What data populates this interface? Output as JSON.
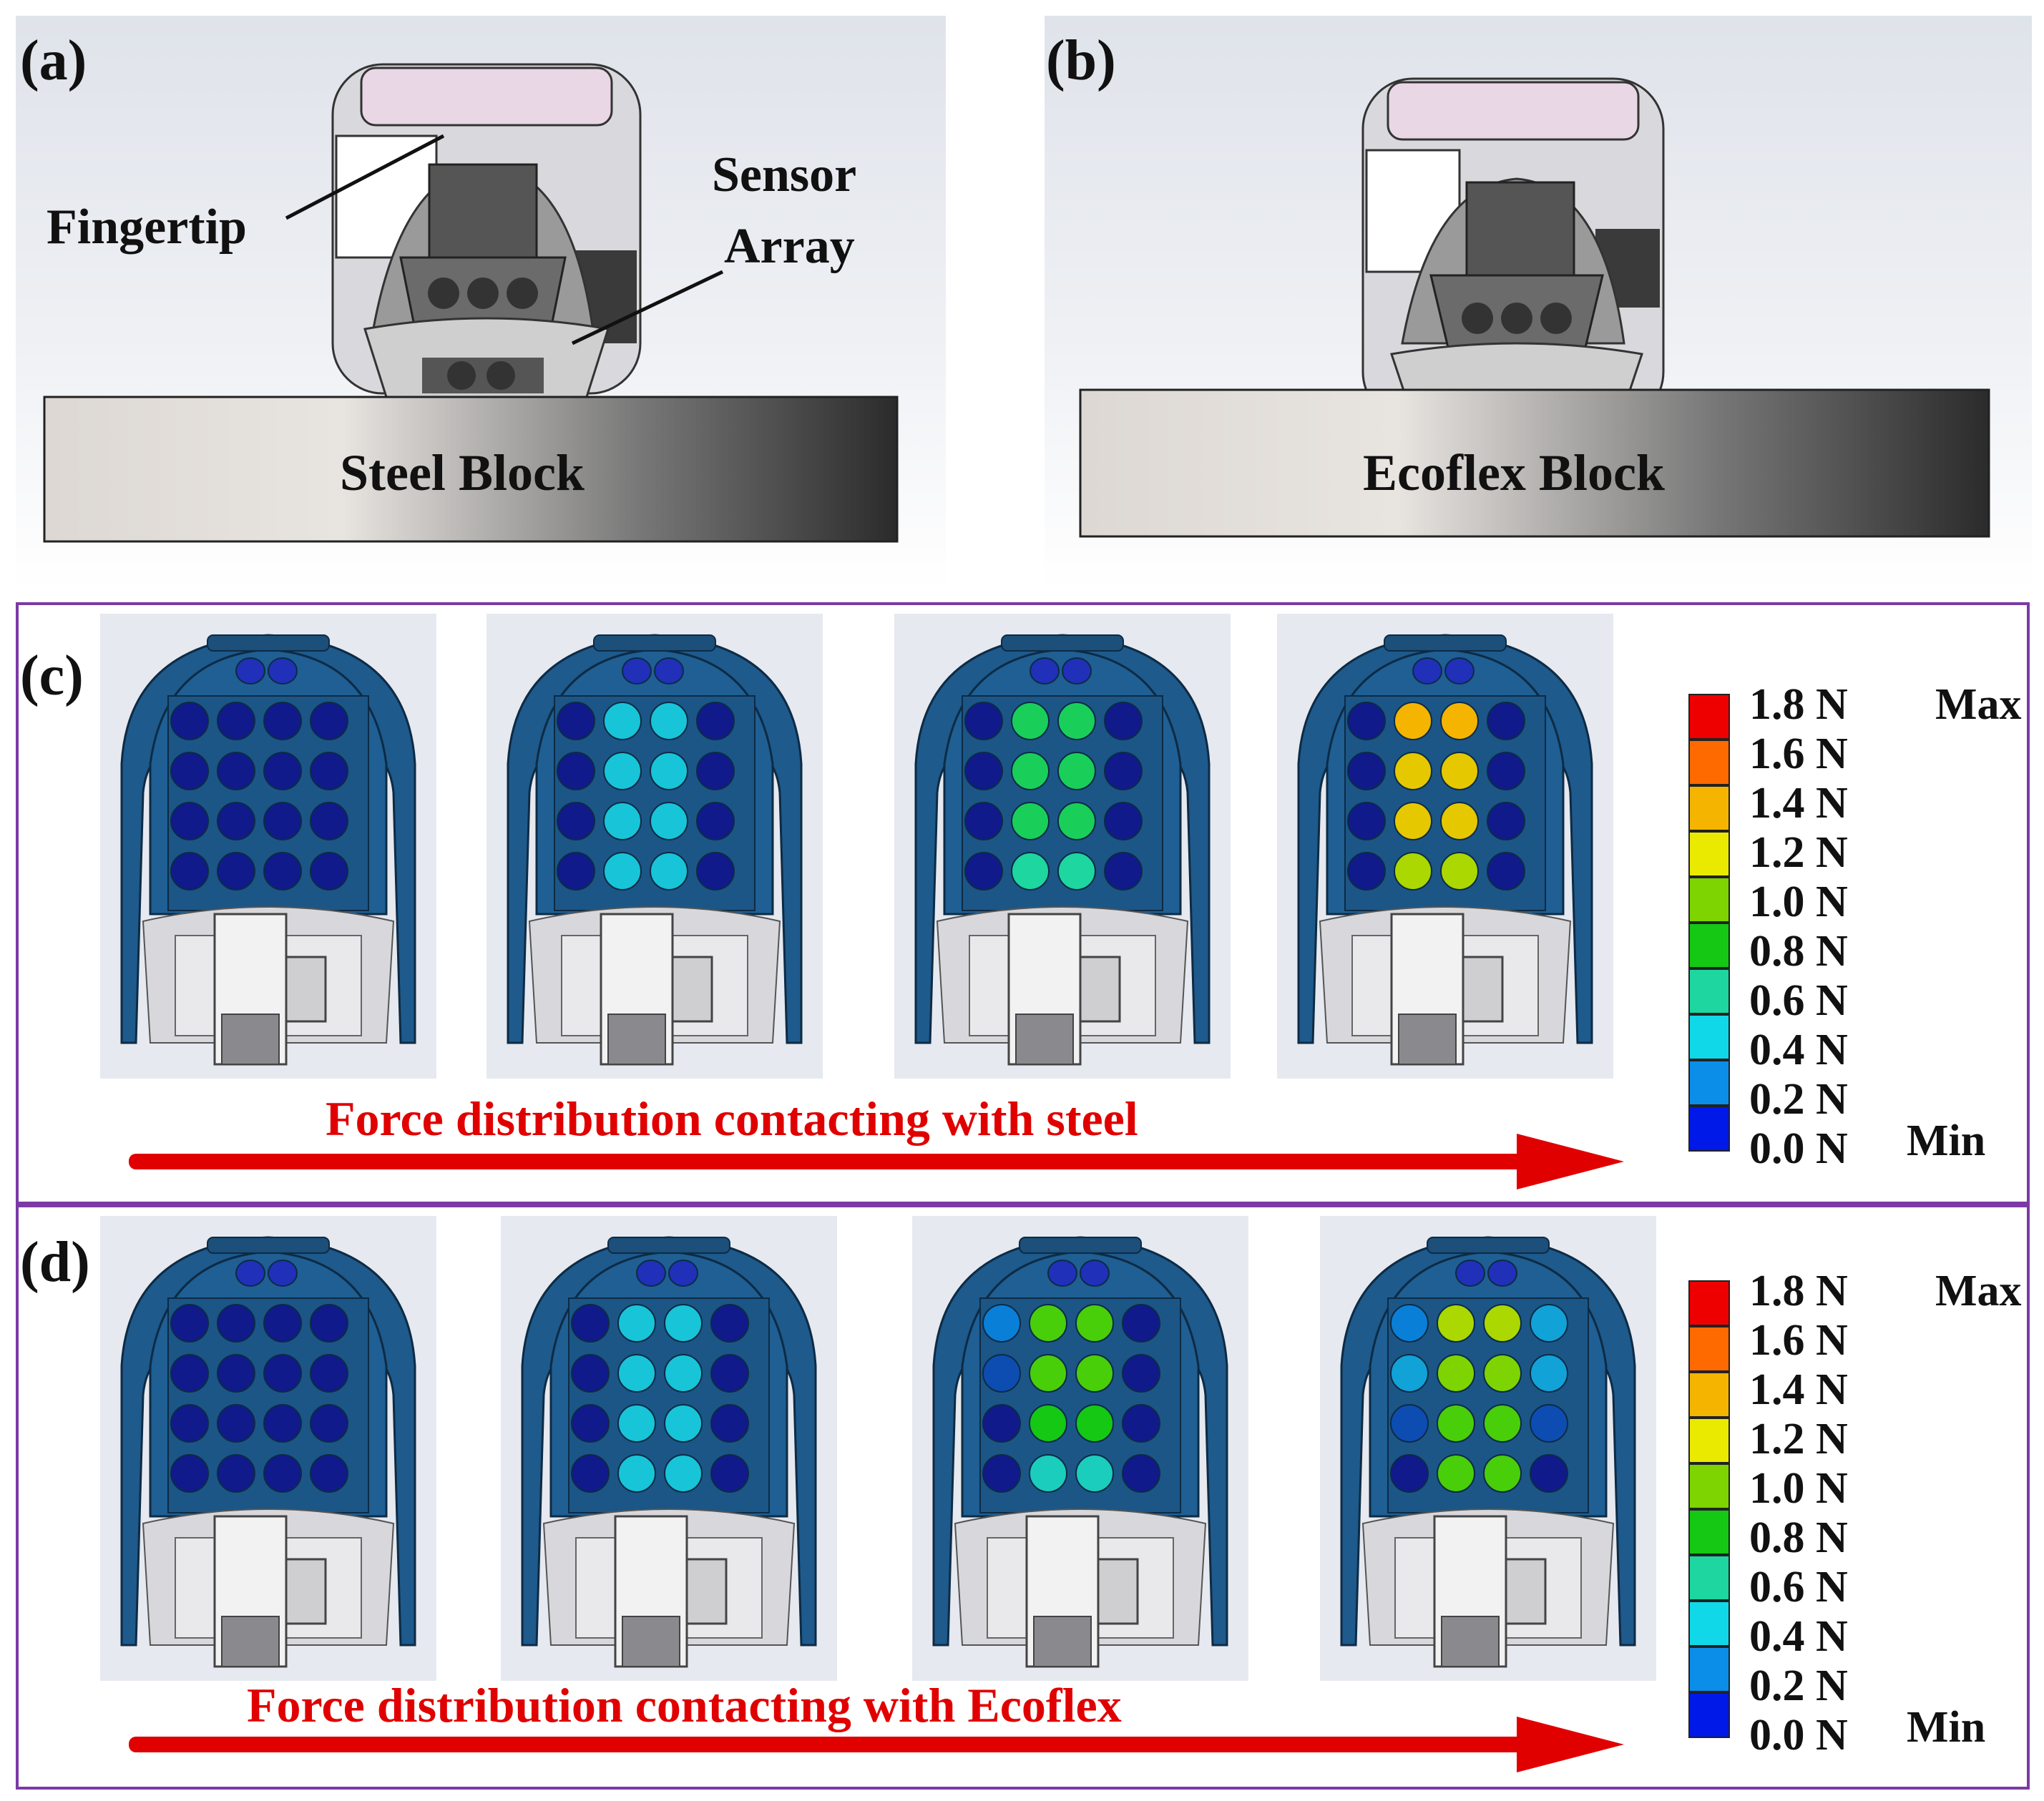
{
  "panels": {
    "a": {
      "label": "(a)",
      "block_label": "Steel Block",
      "callout_fingertip": "Fingertip",
      "callout_sensor_line1": "Sensor",
      "callout_sensor_line2": "Array"
    },
    "b": {
      "label": "(b)",
      "block_label": "Ecoflex Block"
    },
    "c": {
      "label": "(c)",
      "caption": "Force distribution contacting with steel",
      "frames": [
        {
          "rows": [
            [
              0,
              0,
              0,
              0
            ],
            [
              0,
              0,
              0,
              0
            ],
            [
              0,
              0,
              0,
              0
            ],
            [
              0,
              0,
              0,
              0
            ]
          ]
        },
        {
          "rows": [
            [
              0,
              0.4,
              0.4,
              0
            ],
            [
              0,
              0.4,
              0.4,
              0
            ],
            [
              0,
              0.4,
              0.4,
              0
            ],
            [
              0,
              0.4,
              0.4,
              0
            ]
          ]
        },
        {
          "rows": [
            [
              0,
              0.7,
              0.7,
              0
            ],
            [
              0,
              0.7,
              0.7,
              0
            ],
            [
              0,
              0.7,
              0.7,
              0
            ],
            [
              0,
              0.6,
              0.6,
              0
            ]
          ]
        },
        {
          "rows": [
            [
              0,
              1.4,
              1.4,
              0
            ],
            [
              0,
              1.3,
              1.3,
              0
            ],
            [
              0,
              1.3,
              1.3,
              0
            ],
            [
              0,
              1.1,
              1.1,
              0
            ]
          ]
        }
      ]
    },
    "d": {
      "label": "(d)",
      "caption": "Force distribution contacting with Ecoflex",
      "frames": [
        {
          "rows": [
            [
              0,
              0,
              0,
              0
            ],
            [
              0,
              0,
              0,
              0
            ],
            [
              0,
              0,
              0,
              0
            ],
            [
              0,
              0,
              0,
              0
            ]
          ]
        },
        {
          "rows": [
            [
              0,
              0.4,
              0.4,
              0
            ],
            [
              0,
              0.4,
              0.4,
              0
            ],
            [
              0,
              0.4,
              0.4,
              0
            ],
            [
              0,
              0.4,
              0.4,
              0
            ]
          ]
        },
        {
          "rows": [
            [
              0.2,
              0.9,
              0.9,
              0
            ],
            [
              0.1,
              0.9,
              0.9,
              0
            ],
            [
              0,
              0.8,
              0.8,
              0
            ],
            [
              0,
              0.5,
              0.5,
              0
            ]
          ]
        },
        {
          "rows": [
            [
              0.2,
              1.1,
              1.1,
              0.3
            ],
            [
              0.3,
              1.0,
              1.0,
              0.3
            ],
            [
              0.1,
              0.9,
              0.9,
              0.1
            ],
            [
              0,
              0.9,
              0.9,
              0
            ]
          ]
        }
      ]
    }
  },
  "legend": {
    "labels": [
      "1.8 N",
      "1.6 N",
      "1.4 N",
      "1.2 N",
      "1.0 N",
      "0.8 N",
      "0.6 N",
      "0.4 N",
      "0.2 N",
      "0.0 N"
    ],
    "max_label": "Max",
    "min_label": "Min",
    "colors": [
      "#ee0000",
      "#ff6a00",
      "#f4b400",
      "#eaea00",
      "#7dd400",
      "#14c814",
      "#1ed6a0",
      "#10d8e8",
      "#0a8ee8",
      "#0018e8"
    ]
  }
}
